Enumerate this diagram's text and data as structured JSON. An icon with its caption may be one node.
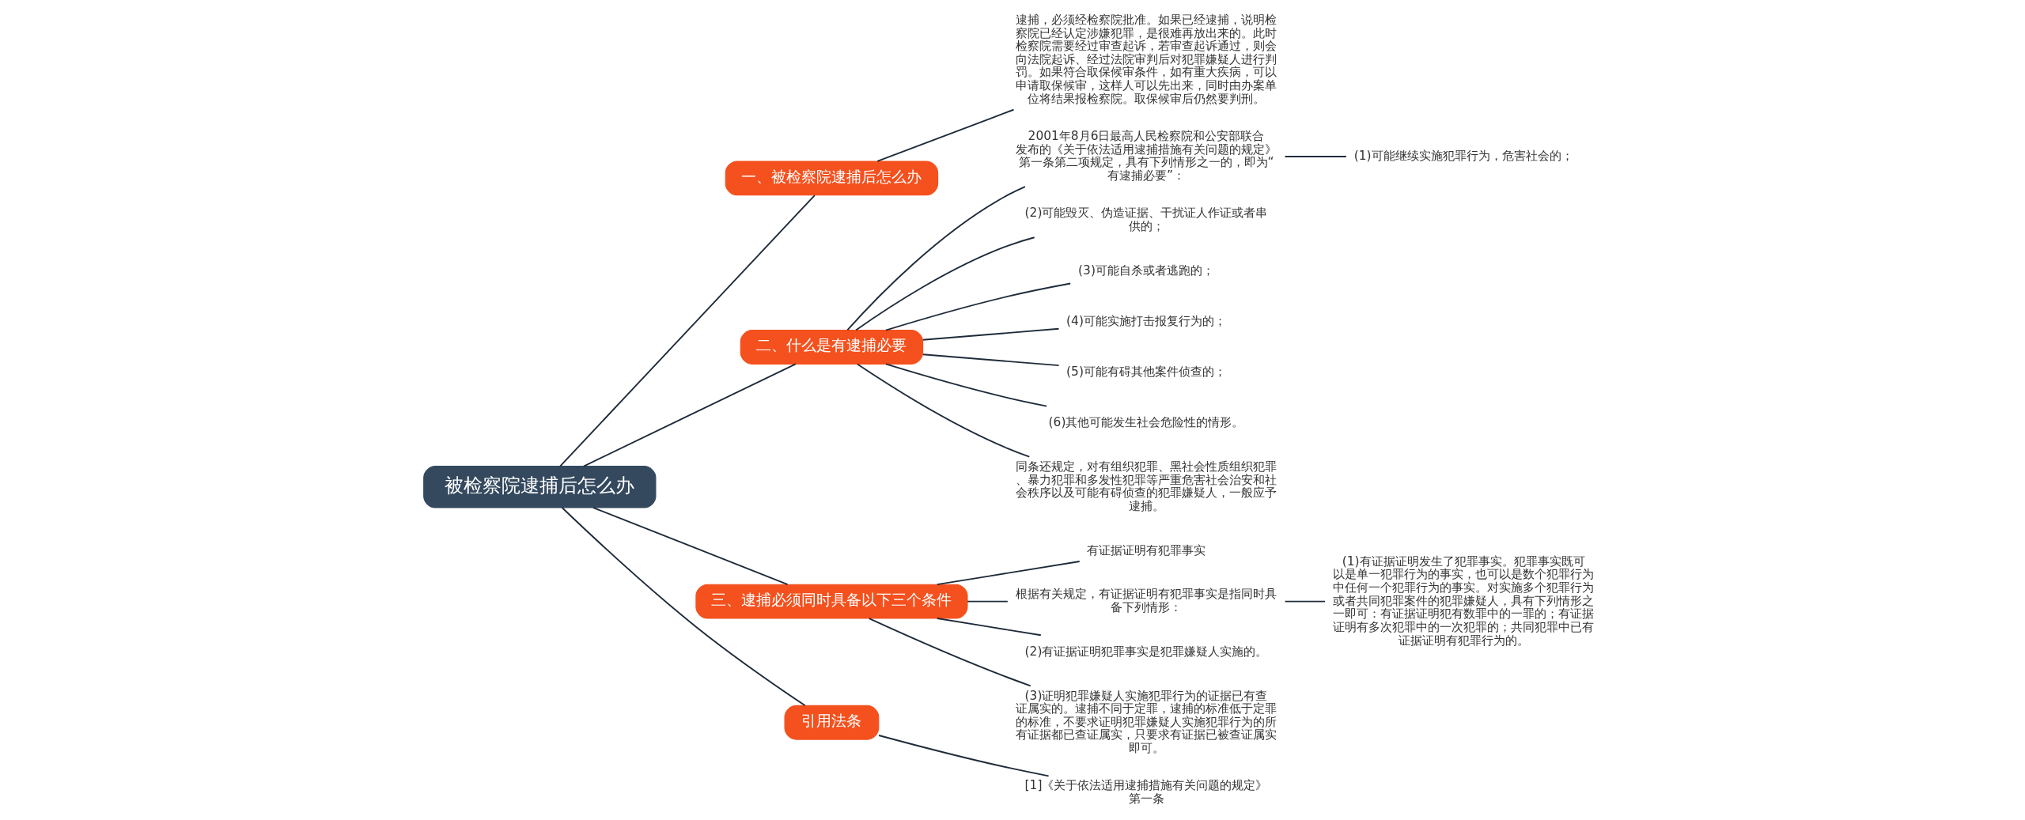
{
  "diagram": {
    "nodes": [
      {
        "text": [
          "被检察院逮捕后怎么办"
        ]
      },
      {
        "text": [
          "一、被检察院逮捕后怎么办"
        ]
      },
      {
        "text": [
          "逮捕，必须经检察院批准。如果已经逮捕，说明检察院已经认定涉嫌犯罪，是很难再放出来的。此时检察院需要经过审查起诉，若审查起诉通过，则会向法院起诉、经过法院审判后对犯罪嫌疑人进行判罚。如果符合取保候审条件，如有重大疾病，可以申请取保候审，这样人可以先出来，同时由办案单位将结果报检察院。取保候审后仍然要判刑。"
        ]
      },
      {
        "text": [
          "二、什么是有逮捕必要"
        ]
      },
      {
        "text": [
          "2001年8月6日最高人民检察院和公安部联合发布的《关于依法适用逮捕措施有关问题的规定》第一条第二项规定，具有下列情形之一的，即为“有逮捕必要”："
        ]
      },
      {
        "text": [
          "(1)可能继续实施犯罪行为，危害社会的；"
        ]
      },
      {
        "text": [
          "(2)可能毁灭、伪造证据、干扰证人作证或者串供的；"
        ]
      },
      {
        "text": [
          "(3)可能自杀或者逃跑的；"
        ]
      },
      {
        "text": [
          "(4)可能实施打击报复行为的；"
        ]
      },
      {
        "text": [
          "(5)可能有碍其他案件侦查的；"
        ]
      },
      {
        "text": [
          "(6)其他可能发生社会危险性的情形。"
        ]
      },
      {
        "text": [
          "同条还规定，对有组织犯罪、黑社会性质组织犯罪、暴力犯罪和多发性犯罪等严重危害社会治安和社会秩序以及可能有碍侦查的犯罪嫌疑人，一般应予逮捕。"
        ]
      },
      {
        "text": [
          "三、逮捕必须同时具备以下三个条件"
        ]
      },
      {
        "text": [
          "有证据证明有犯罪事实"
        ]
      },
      {
        "text": [
          "根据有关规定，有证据证明有犯罪事实是指同时具备下列情形："
        ]
      },
      {
        "text": [
          "(1)有证据证明发生了犯罪事实。犯罪事实既可以是单一犯罪行为的事实，也可以是数个犯罪行为中任何一个犯罪行为的事实。对实施多个犯罪行为或者共同犯罪案件的犯罪嫌疑人，具有下列情形之一即可：有证据证明犯有数罪中的一罪的；有证据证明有多次犯罪中的一次犯罪的；共同犯罪中已有证据证明有犯罪行为的。"
        ]
      },
      {
        "text": [
          "(2)有证据证明犯罪事实是犯罪嫌疑人实施的。"
        ]
      },
      {
        "text": [
          "(3)证明犯罪嫌疑人实施犯罪行为的证据已有查证属实的。逮捕不同于定罪，逮捕的标准低于定罪的标准，不要求证明犯罪嫌疑人实施犯罪行为的所有证据都已查证属实，只要求有证据已被查证属实即可。"
        ]
      },
      {
        "text": [
          "引用法条"
        ]
      },
      {
        "text": [
          "[1]《关于依法适用逮捕措施有关问题的规定》第一条"
        ]
      }
    ],
    "edges": [
      {
        "from": 0,
        "to": 1,
        "arrow": "none"
      },
      {
        "from": 1,
        "to": 2,
        "arrow": "none"
      },
      {
        "from": 0,
        "to": 3,
        "arrow": "none"
      },
      {
        "from": 3,
        "to": 4,
        "arrow": "none"
      },
      {
        "from": 4,
        "to": 5,
        "arrow": "none"
      },
      {
        "from": 3,
        "to": 6,
        "arrow": "none"
      },
      {
        "from": 3,
        "to": 7,
        "arrow": "none"
      },
      {
        "from": 3,
        "to": 8,
        "arrow": "none"
      },
      {
        "from": 3,
        "to": 9,
        "arrow": "none"
      },
      {
        "from": 3,
        "to": 10,
        "arrow": "none"
      },
      {
        "from": 3,
        "to": 11,
        "arrow": "none"
      },
      {
        "from": 0,
        "to": 12,
        "arrow": "none"
      },
      {
        "from": 12,
        "to": 13,
        "arrow": "none"
      },
      {
        "from": 12,
        "to": 14,
        "arrow": "none"
      },
      {
        "from": 14,
        "to": 15,
        "arrow": "none"
      },
      {
        "from": 12,
        "to": 16,
        "arrow": "none"
      },
      {
        "from": 12,
        "to": 17,
        "arrow": "none"
      },
      {
        "from": 0,
        "to": 18,
        "arrow": "none"
      },
      {
        "from": 18,
        "to": 19,
        "arrow": "none"
      }
    ]
  }
}
